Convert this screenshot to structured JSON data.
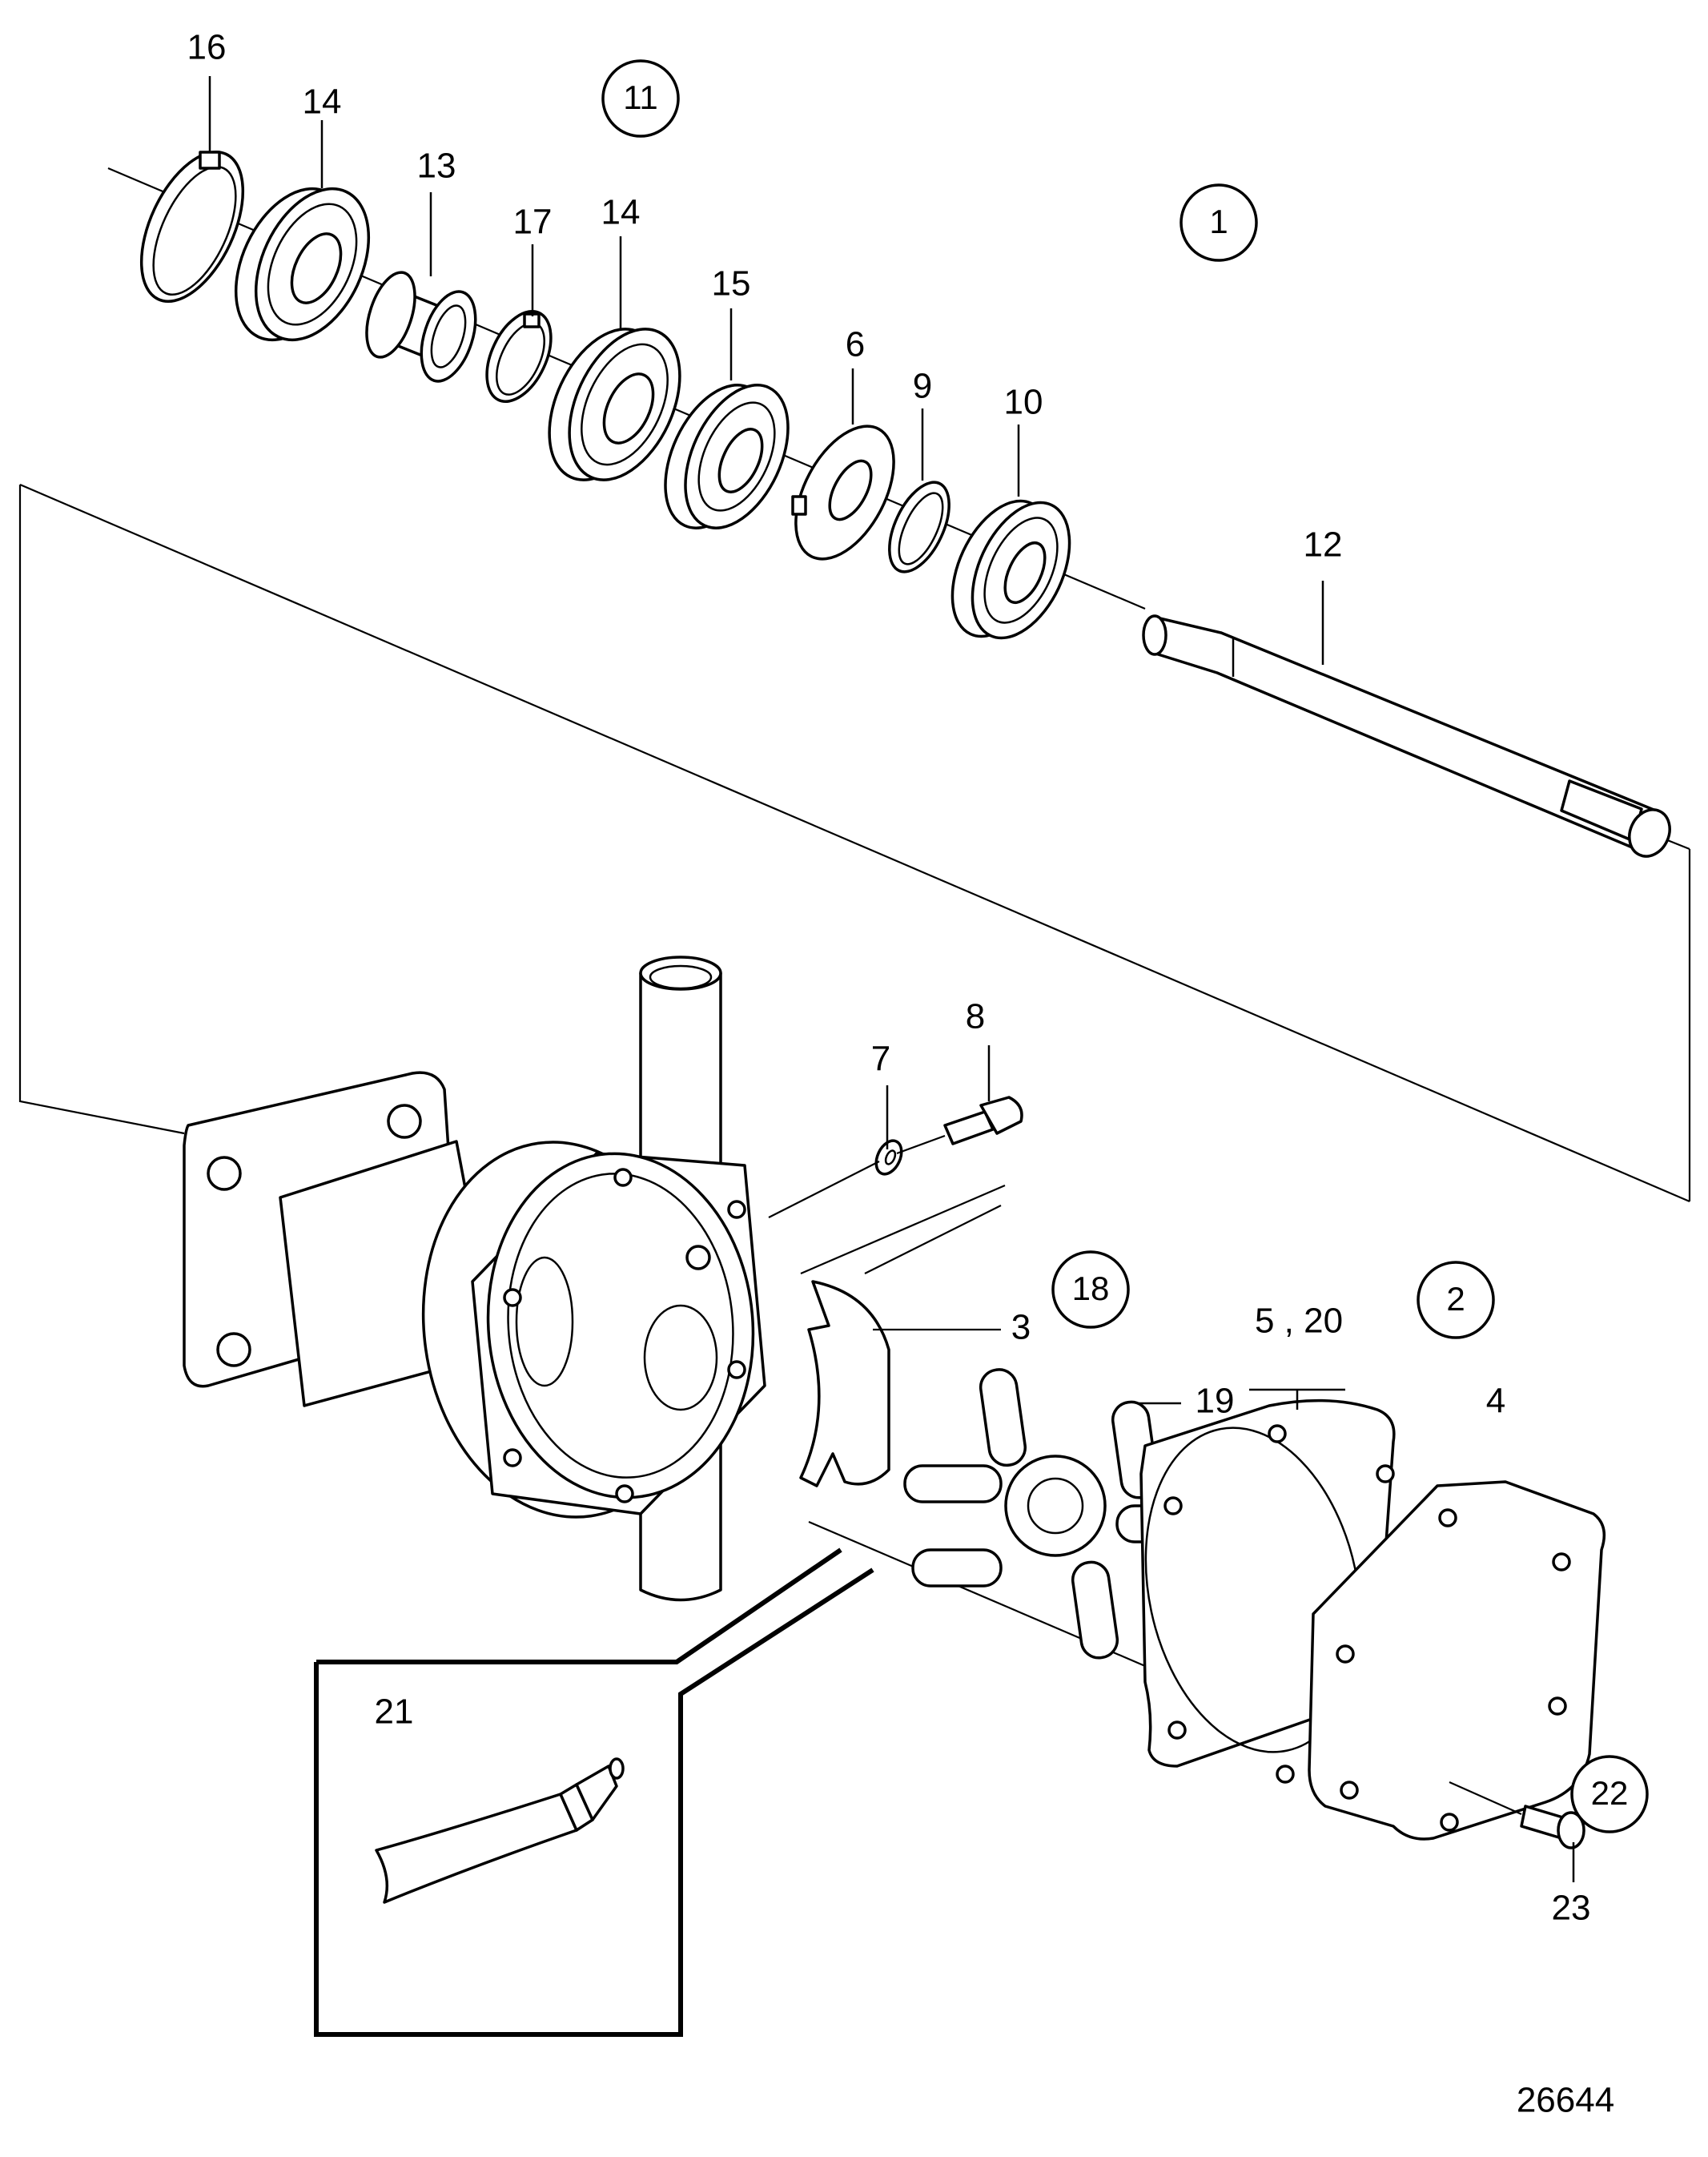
{
  "drawing_id": "26644",
  "position_numbers": [
    {
      "id": "p16",
      "label": "16"
    },
    {
      "id": "p14a",
      "label": "14"
    },
    {
      "id": "p13",
      "label": "13"
    },
    {
      "id": "p17",
      "label": "17"
    },
    {
      "id": "p14b",
      "label": "14"
    },
    {
      "id": "p15",
      "label": "15"
    },
    {
      "id": "p6",
      "label": "6"
    },
    {
      "id": "p9",
      "label": "9"
    },
    {
      "id": "p10",
      "label": "10"
    },
    {
      "id": "p12",
      "label": "12"
    },
    {
      "id": "p8",
      "label": "8"
    },
    {
      "id": "p7",
      "label": "7"
    },
    {
      "id": "p3",
      "label": "3"
    },
    {
      "id": "p19",
      "label": "19"
    },
    {
      "id": "p5_20",
      "label": "5 , 20"
    },
    {
      "id": "p4",
      "label": "4"
    },
    {
      "id": "p21",
      "label": "21"
    },
    {
      "id": "p23",
      "label": "23"
    }
  ],
  "kit_callouts": [
    {
      "id": "k11",
      "label": "11"
    },
    {
      "id": "k1",
      "label": "1"
    },
    {
      "id": "k18",
      "label": "18"
    },
    {
      "id": "k2",
      "label": "2"
    },
    {
      "id": "k22",
      "label": "22"
    }
  ]
}
